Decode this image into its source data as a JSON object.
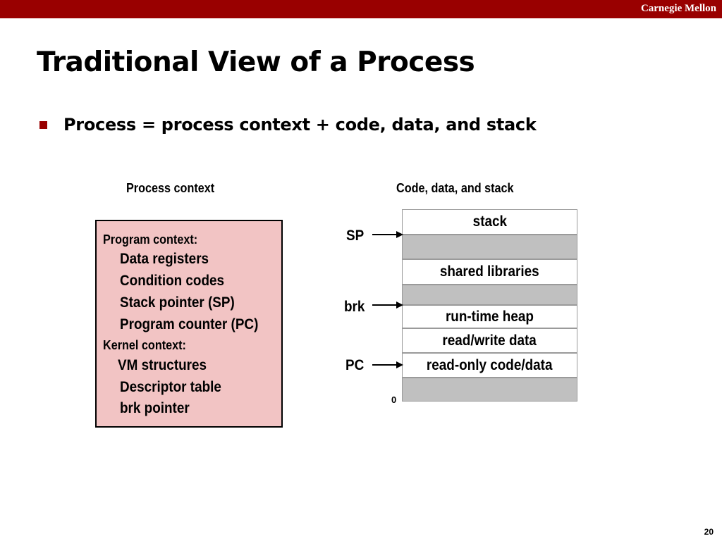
{
  "header": {
    "brand": "Carnegie Mellon"
  },
  "slide": {
    "title": "Traditional View of a Process",
    "bullet": "Process = process context + code, data, and stack",
    "page_number": "20"
  },
  "process_context": {
    "label": "Process context",
    "program_context_heading": "Program context:",
    "program_items": [
      "Data registers",
      "Condition codes",
      "Stack pointer (SP)",
      "Program counter (PC)"
    ],
    "kernel_context_heading": "Kernel context:",
    "kernel_items": [
      "VM structures",
      "Descriptor table",
      "brk pointer"
    ]
  },
  "memory": {
    "label": "Code, data, and stack",
    "segments": [
      {
        "label": "stack",
        "shade": "white"
      },
      {
        "label": "",
        "shade": "gray"
      },
      {
        "label": "shared libraries",
        "shade": "white"
      },
      {
        "label": "",
        "shade": "gray"
      },
      {
        "label": "run-time heap",
        "shade": "white"
      },
      {
        "label": "read/write data",
        "shade": "white"
      },
      {
        "label": "read-only code/data",
        "shade": "white"
      },
      {
        "label": "",
        "shade": "gray"
      }
    ],
    "pointers": {
      "sp": "SP",
      "brk": "brk",
      "pc": "PC"
    },
    "zero_label": "0"
  },
  "colors": {
    "accent": "#990000",
    "context_fill": "#f2c4c4",
    "gap_fill": "#c0c0c0"
  }
}
